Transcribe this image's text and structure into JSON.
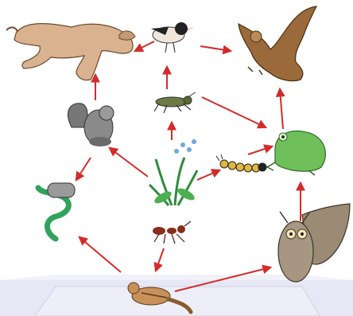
{
  "organisms": [
    {
      "id": "cougar",
      "icon": "cougar-icon",
      "color": "#c9a27e"
    },
    {
      "id": "junco",
      "icon": "bird-icon",
      "color": "#3a3a3a"
    },
    {
      "id": "hawk",
      "icon": "hawk-icon",
      "color": "#8a5a2b"
    },
    {
      "id": "squirrel",
      "icon": "squirrel-icon",
      "color": "#6f6f6f"
    },
    {
      "id": "grasshopper",
      "icon": "grasshopper-icon",
      "color": "#5c6b3a"
    },
    {
      "id": "frog",
      "icon": "frog-icon",
      "color": "#5fae4a"
    },
    {
      "id": "plant",
      "icon": "plant-icon",
      "color": "#4caf50"
    },
    {
      "id": "caterpillar",
      "icon": "caterpillar-icon",
      "color": "#d9b23a"
    },
    {
      "id": "snake",
      "icon": "snake-icon",
      "color": "#2fa35a"
    },
    {
      "id": "ant",
      "icon": "ant-icon",
      "color": "#8a2d1d"
    },
    {
      "id": "owl",
      "icon": "owl-icon",
      "color": "#8a7a63"
    },
    {
      "id": "chipmunk",
      "icon": "chipmunk-icon",
      "color": "#b7844b"
    }
  ],
  "arrows": [
    {
      "from": "junco",
      "to": "cougar"
    },
    {
      "from": "junco",
      "to": "hawk"
    },
    {
      "from": "grasshopper",
      "to": "junco"
    },
    {
      "from": "grasshopper",
      "to": "frog"
    },
    {
      "from": "squirrel",
      "to": "cougar"
    },
    {
      "from": "plant",
      "to": "grasshopper"
    },
    {
      "from": "plant",
      "to": "squirrel"
    },
    {
      "from": "plant",
      "to": "caterpillar"
    },
    {
      "from": "caterpillar",
      "to": "frog"
    },
    {
      "from": "frog",
      "to": "hawk"
    },
    {
      "from": "squirrel",
      "to": "snake"
    },
    {
      "from": "ant",
      "to": "chipmunk"
    },
    {
      "from": "chipmunk",
      "to": "snake"
    },
    {
      "from": "chipmunk",
      "to": "owl"
    },
    {
      "from": "owl",
      "to": "frog"
    }
  ],
  "colors": {
    "arrow": "#d42b2b",
    "floor": "#e3e3f3"
  }
}
